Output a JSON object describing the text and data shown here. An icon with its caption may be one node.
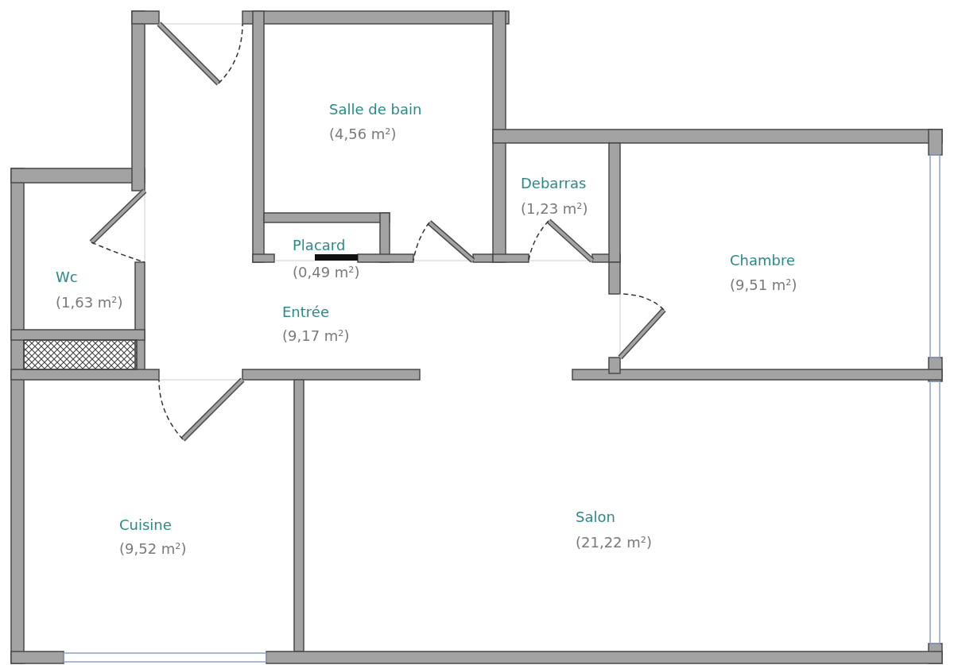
{
  "diagram": {
    "nodes": [
      {
        "text": [
          "Salle de bain",
          "(4,56 m²)"
        ]
      },
      {
        "text": [
          "Debarras",
          "(1,23 m²)"
        ]
      },
      {
        "text": [
          "Wc",
          "(1,63 m²)"
        ]
      },
      {
        "text": [
          "Placard",
          "(0,49 m²)"
        ]
      },
      {
        "text": [
          "Chambre",
          "(9,51 m²)"
        ]
      },
      {
        "text": [
          "Entrée",
          "(9,17 m²)"
        ]
      },
      {
        "text": [
          "Cuisine",
          "(9,52 m²)"
        ]
      },
      {
        "text": [
          "Salon",
          "(21,22 m²)"
        ]
      }
    ]
  }
}
